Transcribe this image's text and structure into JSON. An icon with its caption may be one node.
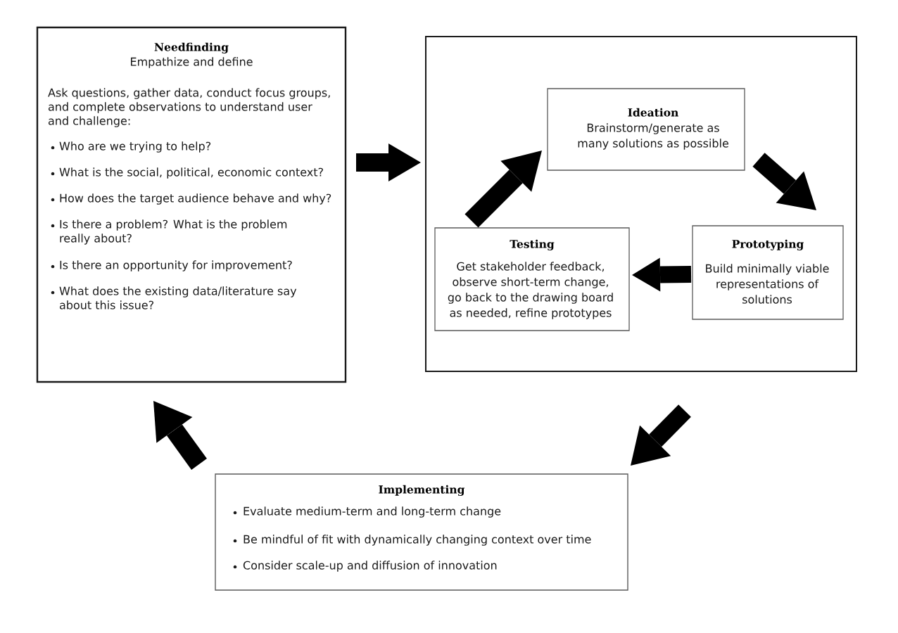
{
  "diagram": {
    "nodes": [
      {
        "text": [
          "Needfinding",
          "Empathize and define",
          "Ask questions, gather data, conduct focus groups, and complete observations to understand user and challenge:",
          "Who are we trying to help?",
          "What is the social, political, economic context?",
          "How does the target audience behave and why?",
          "Is there a problem? What is the problem really about?",
          "Is there an opportunity for improvement?",
          "What does the existing data/literature say about this issue?"
        ]
      },
      {
        "text": [],
        "shape": "box"
      },
      {
        "text": [
          "Ideation",
          "Brainstorm/generate as many solutions as possible"
        ],
        "in": 1
      },
      {
        "text": [
          "Testing",
          "Get stakeholder feedback, observe short-term change, go back to the drawing board as needed, refine prototypes"
        ],
        "in": 1
      },
      {
        "text": [
          "Prototyping",
          "Build minimally viable representations of solutions"
        ],
        "in": 1
      },
      {
        "text": [
          "Implementing",
          "Evaluate medium-term and long-term change",
          "Be mindful of fit with dynamically changing context over time",
          "Consider scale-up and diffusion of innovation"
        ]
      }
    ],
    "edges": [
      {
        "from": 0,
        "to": 1,
        "arrow": "to"
      },
      {
        "from": 3,
        "to": 2,
        "arrow": "to"
      },
      {
        "from": 2,
        "to": 4,
        "arrow": "to"
      },
      {
        "from": 4,
        "to": 3,
        "arrow": "to"
      },
      {
        "from": 1,
        "to": 5,
        "arrow": "to"
      },
      {
        "from": 5,
        "to": 0,
        "arrow": "to"
      }
    ]
  }
}
